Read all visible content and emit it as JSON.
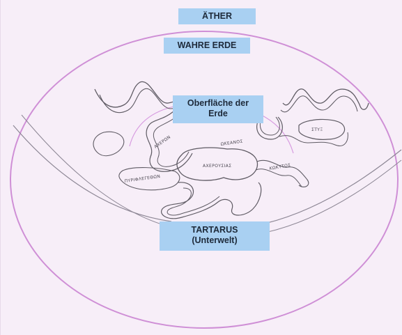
{
  "labels": {
    "aether": "ÄTHER",
    "true_earth": "WAHRE ERDE",
    "surface": "Oberfläche der\nErde",
    "tartarus": "TARTARUS\n(Unterwelt)"
  },
  "rivers": {
    "acheron": "ΑΧΕΡΩΝ",
    "okeanos": "ΩΚΕΑΝΟΣ",
    "styx": "ΣΤΥΞ",
    "acherousias": "ΑΧΕΡΟΥΣΙΑΣ",
    "kokytos": "ΚΩΚΥΤΟΣ",
    "pyriphlegethon": "ΠΥΡΙΦΛΕΓΕΘΩΝ"
  },
  "colors": {
    "outline": "#cf8fd6",
    "pencil": "#5e5a63",
    "label_box": "#a9d0f2",
    "background": "#f7eef8"
  }
}
